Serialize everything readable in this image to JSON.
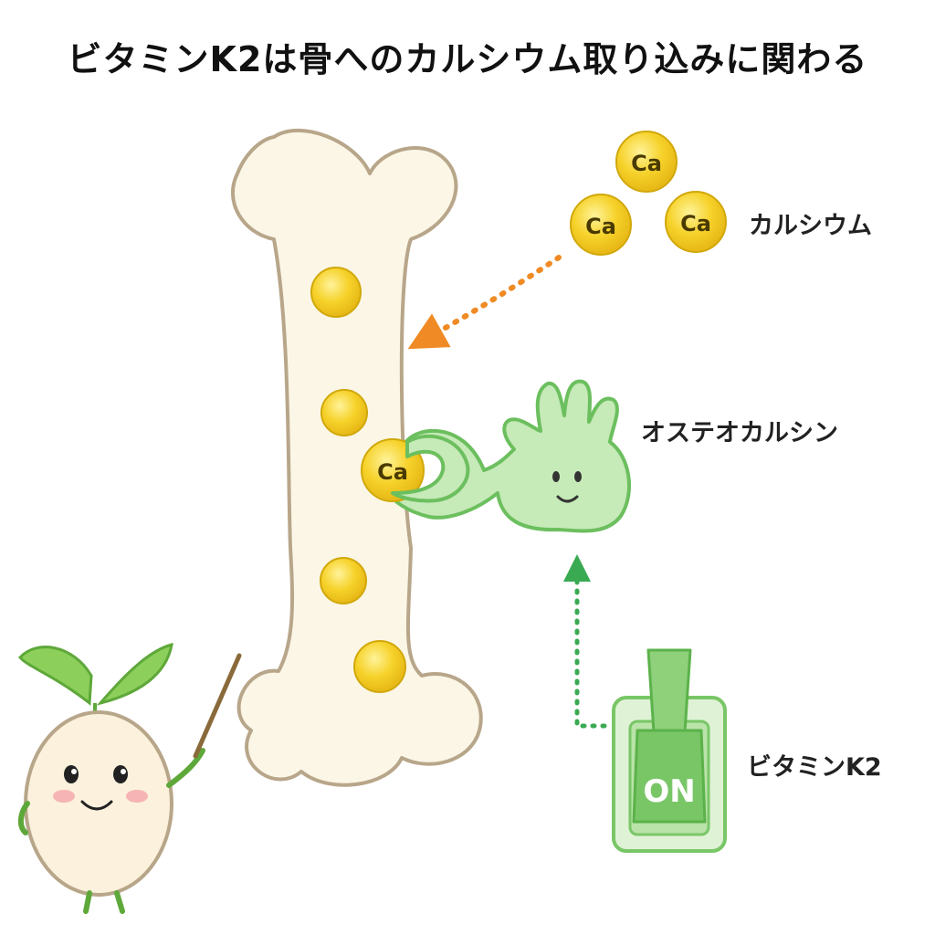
{
  "title": "ビタミンK2は骨へのカルシウム取り込みに関わる",
  "labels": {
    "calcium": "カルシウム",
    "osteocalcin": "オステオカルシン",
    "vitamin_k2": "ビタミンK2"
  },
  "calcium_symbol": "Ca",
  "switch_text": "ON",
  "colors": {
    "bone_fill": "#fbf6e6",
    "bone_outline": "#b8a68a",
    "calcium_gold": "#f6d22a",
    "calcium_outline": "#d1a80a",
    "hand_green": "#bfe6b0",
    "hand_outline": "#6cbf5e",
    "arrow_orange": "#f08a24",
    "arrow_green": "#3aaa52",
    "switch_green": "#79c667"
  },
  "icons": {
    "bone": "bone-icon",
    "calcium": "calcium-ion-icon",
    "hand": "osteocalcin-hand-icon",
    "switch": "toggle-switch-icon",
    "mascot": "sprout-mascot-icon"
  }
}
